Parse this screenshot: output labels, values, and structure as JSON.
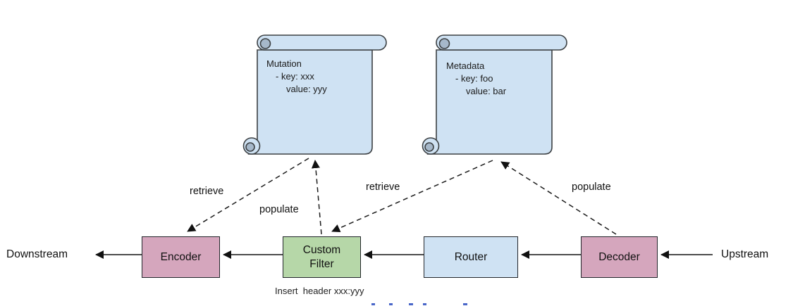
{
  "diagram": {
    "notes": [
      {
        "id": "mutation-note",
        "lines": [
          "Mutation",
          "- key: xxx",
          "value: yyy"
        ]
      },
      {
        "id": "metadata-note",
        "lines": [
          "Metadata",
          "- key: foo",
          "value: bar"
        ]
      }
    ],
    "nodes": {
      "encoder": "Encoder",
      "custom_filter": "Custom\nFilter",
      "router": "Router",
      "decoder": "Decoder"
    },
    "endpoints": {
      "left": "Downstream",
      "right": "Upstream"
    },
    "edge_labels": {
      "retrieve_left": "retrieve",
      "populate_left": "populate",
      "retrieve_right": "retrieve",
      "populate_right": "populate"
    },
    "caption": "Insert  header xxx:yyy",
    "colors": {
      "node_pink": "#d5a6bd",
      "node_green": "#b6d7a8",
      "node_blue": "#cfe2f3",
      "note_fill": "#cfe2f3",
      "note_shade": "#a6b8ca",
      "line": "#111111",
      "link_fragment": "#4a67c9"
    }
  }
}
